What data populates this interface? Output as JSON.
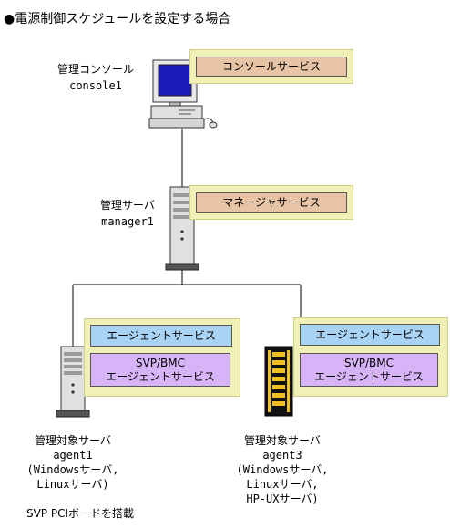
{
  "title": "●電源制御スケジュールを設定する場合",
  "console": {
    "name": "管理コンソール",
    "host": "console1",
    "service": "コンソールサービス"
  },
  "manager": {
    "name": "管理サーバ",
    "host": "manager1",
    "service": "マネージャサービス"
  },
  "agent1": {
    "name": "管理対象サーバ",
    "host": "agent1",
    "os_line1": "(Windowsサーバ,",
    "os_line2": "Linuxサーバ)",
    "note": "SVP PCIボードを搭載",
    "agent_service": "エージェントサービス",
    "svp_line1": "SVP/BMC",
    "svp_line2": "エージェントサービス"
  },
  "agent3": {
    "name": "管理対象サーバ",
    "host": "agent3",
    "os_line1": "(Windowsサーバ,",
    "os_line2": "Linuxサーバ,",
    "os_line3": "HP-UXサーバ)",
    "agent_service": "エージェントサービス",
    "svp_line1": "SVP/BMC",
    "svp_line2": "エージェントサービス"
  },
  "colors": {
    "service_panel": "#f1f0b6",
    "console_service": "#e7c4a5",
    "agent_service": "#a9d3f5",
    "svp_service": "#d7b4f7"
  }
}
